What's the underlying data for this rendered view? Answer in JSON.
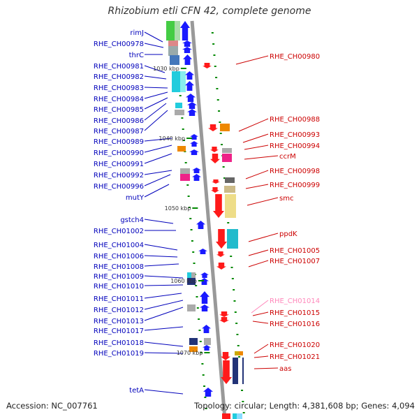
{
  "title": "Rhizobium etli CFN 42, complete genome",
  "footer": {
    "accession": "Accession: NC_007761",
    "topology": "Topology: circular; Length: 4,381,608 bp; Genes: 4,094"
  },
  "colors": {
    "left_label": "#0000bb",
    "right_label": "#cc0000",
    "highlight_label": "#ff88bb",
    "forward_strand": "#1a1aff",
    "reverse_strand": "#ff1a1a",
    "backbone": "#999999",
    "tick": "#008800"
  },
  "scale_labels": [
    "1030 kbp",
    "1040 kbp",
    "1050 kbp",
    "1060 kbp",
    "1070 kbp"
  ],
  "left_genes": [
    "rimJ",
    "RHE_CH00978",
    "thrC",
    "RHE_CH00981",
    "RHE_CH00982",
    "RHE_CH00983",
    "RHE_CH00984",
    "RHE_CH00985",
    "RHE_CH00986",
    "RHE_CH00987",
    "RHE_CH00989",
    "RHE_CH00990",
    "RHE_CH00991",
    "RHE_CH00992",
    "RHE_CH00996",
    "mutY",
    "gstch4",
    "RHE_CH01002",
    "RHE_CH01004",
    "RHE_CH01006",
    "RHE_CH01008",
    "RHE_CH01009",
    "RHE_CH01010",
    "RHE_CH01011",
    "RHE_CH01012",
    "RHE_CH01013",
    "RHE_CH01017",
    "RHE_CH01018",
    "RHE_CH01019",
    "tetA"
  ],
  "right_genes": [
    "RHE_CH00980",
    "RHE_CH00988",
    "RHE_CH00993",
    "RHE_CH00994",
    "ccrM",
    "RHE_CH00998",
    "RHE_CH00999",
    "smc",
    "ppdK",
    "RHE_CH01005",
    "RHE_CH01007",
    "RHE_CH01014",
    "RHE_CH01015",
    "RHE_CH01016",
    "RHE_CH01020",
    "RHE_CH01021",
    "aas"
  ],
  "highlighted_gene": "RHE_CH01014"
}
